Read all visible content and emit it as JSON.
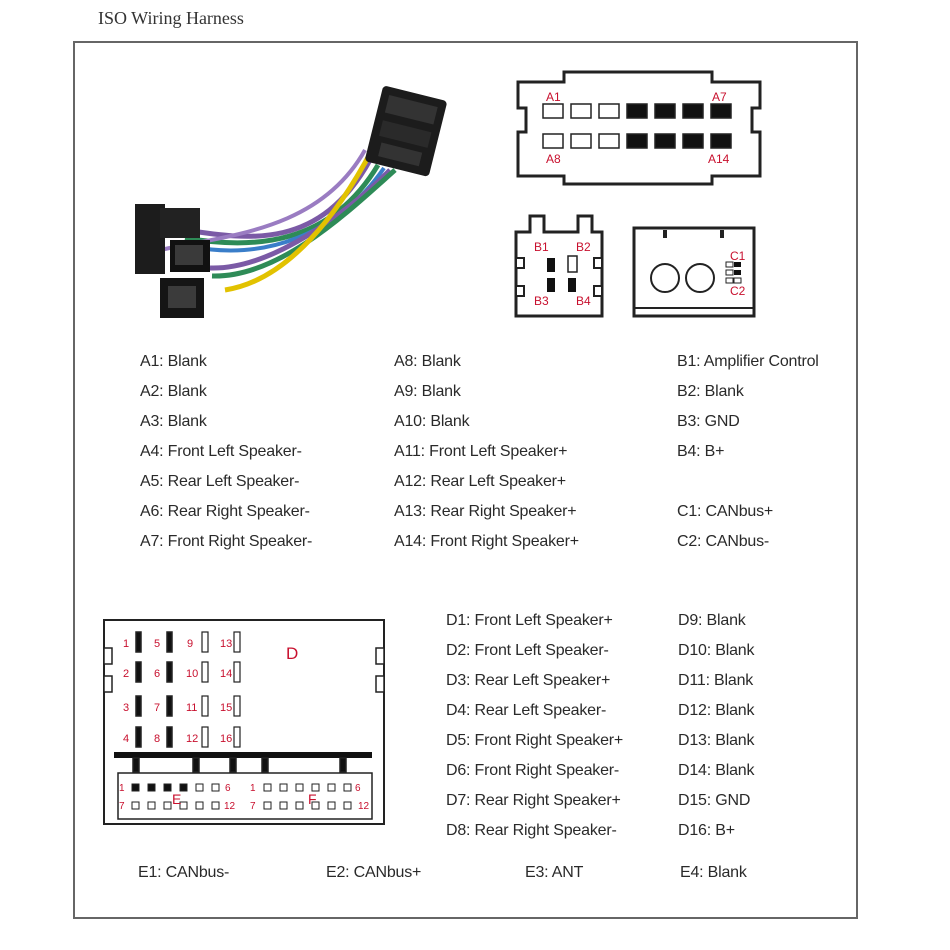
{
  "title": "ISO Wiring Harness",
  "connector_a": {
    "label_a1": "A1",
    "label_a7": "A7",
    "label_a8": "A8",
    "label_a14": "A14"
  },
  "connector_b": {
    "label_b1": "B1",
    "label_b2": "B2",
    "label_b3": "B3",
    "label_b4": "B4"
  },
  "connector_c": {
    "label_c1": "C1",
    "label_c2": "C2"
  },
  "connector_d": {
    "letter": "D",
    "pin_labels": [
      "1",
      "2",
      "3",
      "4",
      "5",
      "6",
      "7",
      "8",
      "9",
      "10",
      "11",
      "12",
      "13",
      "14",
      "15",
      "16"
    ]
  },
  "connector_ef": {
    "letter_e": "E",
    "letter_f": "F",
    "e_top_left": "1",
    "e_top_right": "6",
    "e_bottom_left": "7",
    "e_bottom_right": "12",
    "f_top_left": "1",
    "f_top_right": "6",
    "f_bottom_left": "7",
    "f_bottom_right": "12"
  },
  "legend_a_left": [
    "A1: Blank",
    "A2: Blank",
    "A3: Blank",
    "A4: Front Left Speaker-",
    "A5: Rear Left Speaker-",
    "A6: Rear Right Speaker-",
    "A7: Front Right Speaker-"
  ],
  "legend_a_right": [
    "A8: Blank",
    "A9: Blank",
    "A10: Blank",
    "A11: Front Left Speaker+",
    "A12: Rear Left Speaker+",
    "A13: Rear Right Speaker+",
    "A14: Front Right Speaker+"
  ],
  "legend_b": [
    "B1: Amplifier Control",
    "B2: Blank",
    "B3: GND",
    "B4: B+"
  ],
  "legend_c": [
    "C1: CANbus+",
    "C2: CANbus-"
  ],
  "legend_d_left": [
    "D1: Front Left Speaker+",
    "D2: Front Left Speaker-",
    "D3: Rear Left Speaker+",
    "D4: Rear Left Speaker-",
    "D5: Front Right Speaker+",
    "D6: Front Right Speaker-",
    "D7: Rear Right Speaker+",
    "D8: Rear Right Speaker-"
  ],
  "legend_d_right": [
    "D9: Blank",
    "D10: Blank",
    "D11: Blank",
    "D12: Blank",
    "D13: Blank",
    "D14: Blank",
    "D15: GND",
    "D16: B+"
  ],
  "legend_e": [
    "E1: CANbus-",
    "E2: CANbus+",
    "E3: ANT",
    "E4: Blank"
  ],
  "colors": {
    "pin_red": "#c8102e",
    "wire_purple": "#7b5aa6",
    "wire_green": "#2e8b57",
    "wire_yellow": "#e2c200",
    "wire_blue": "#3a7ec9"
  }
}
